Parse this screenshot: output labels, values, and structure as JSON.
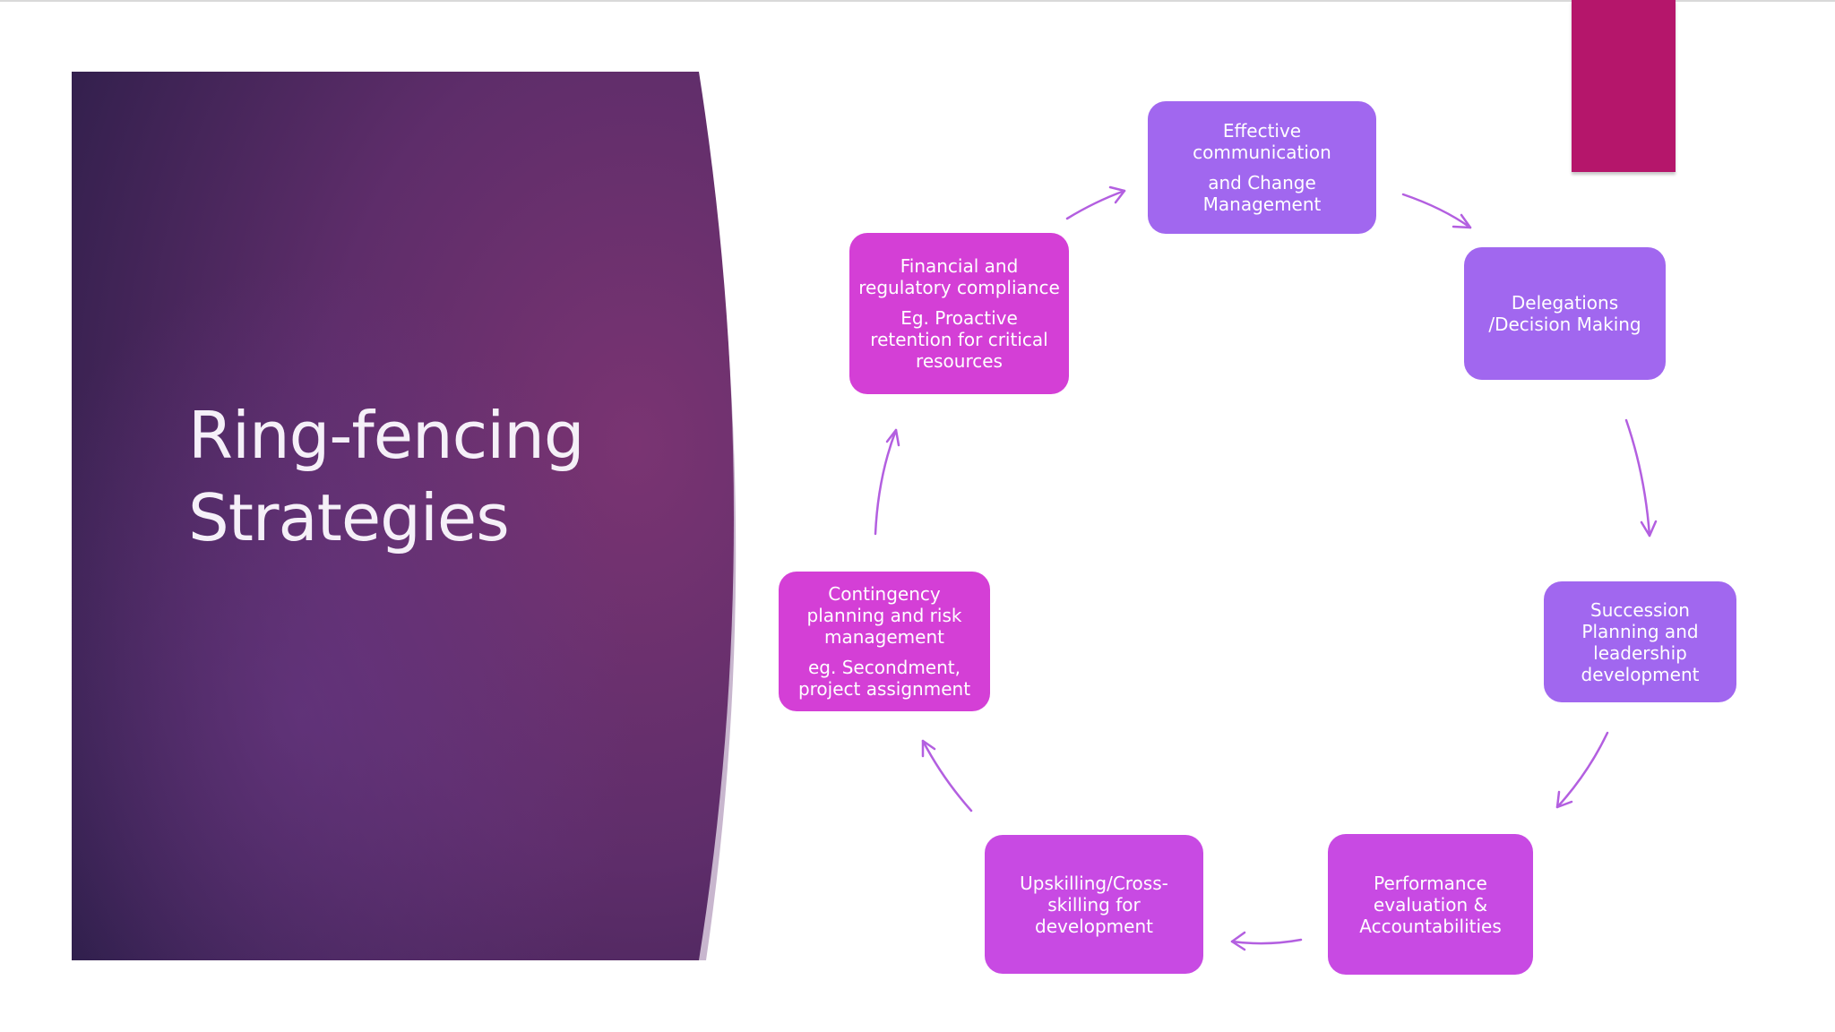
{
  "slide": {
    "title_lines": [
      "Ring-fencing",
      "Strategies"
    ]
  },
  "colors": {
    "panel_dark": "#2a1d47",
    "panel_mid": "#5e2d6a",
    "panel_light": "#7a3472",
    "accent_tab": "#b5166b",
    "node_violet": "#a167ef",
    "node_orchid": "#c84ae3",
    "node_magenta": "#d43fd6",
    "arrow": "#b35fe0"
  },
  "cycle": {
    "nodes": [
      {
        "id": "effective-communication",
        "lines": [
          "Effective communication",
          "and Change Management"
        ]
      },
      {
        "id": "delegations",
        "lines": [
          "Delegations /Decision Making"
        ]
      },
      {
        "id": "succession-planning",
        "lines": [
          "Succession Planning and leadership development"
        ]
      },
      {
        "id": "performance-evaluation",
        "lines": [
          "Performance evaluation & Accountabilities"
        ]
      },
      {
        "id": "upskilling",
        "lines": [
          "Upskilling/Cross-skilling for development"
        ]
      },
      {
        "id": "contingency-planning",
        "lines": [
          "Contingency planning and risk management",
          "eg. Secondment, project assignment"
        ]
      },
      {
        "id": "financial-compliance",
        "lines": [
          "Financial and regulatory compliance",
          "Eg. Proactive retention for critical resources"
        ]
      }
    ]
  }
}
